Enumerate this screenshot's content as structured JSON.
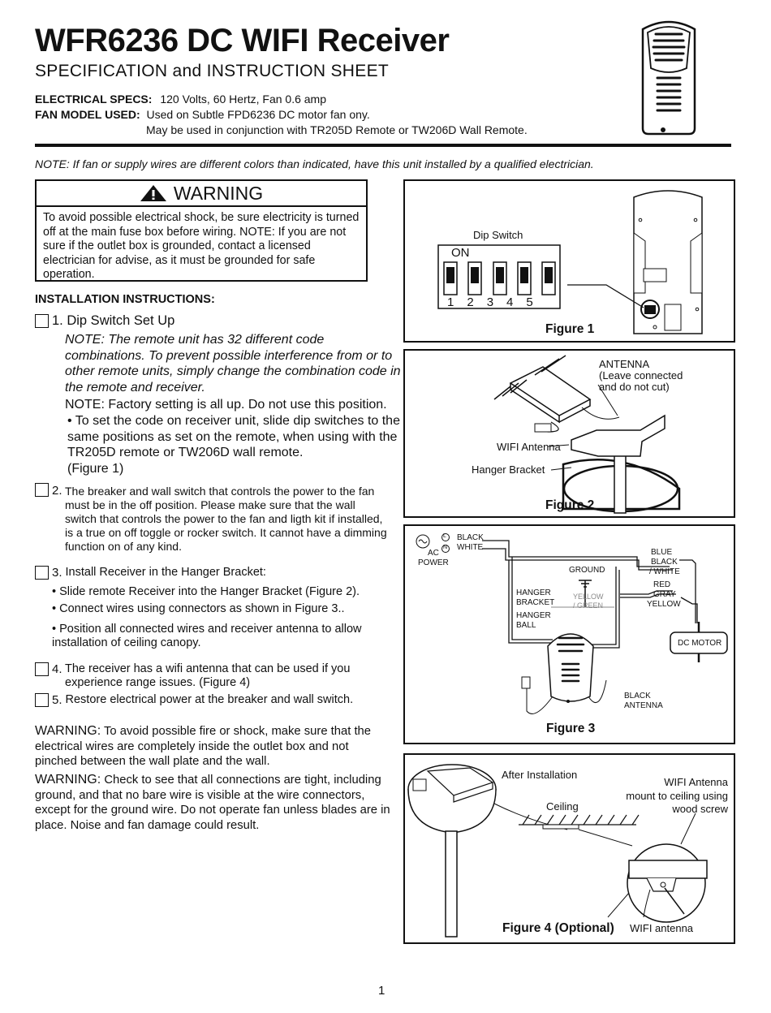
{
  "header": {
    "title": "WFR6236 DC WIFI Receiver",
    "subtitle": "SPECIFICATION and INSTRUCTION SHEET",
    "elec_label": "ELECTRICAL SPECS:",
    "elec_value": "120 Volts, 60 Hertz, Fan 0.6 amp",
    "fan_label": "FAN MODEL USED:",
    "fan_value": "Used on Subtle FPD6236 DC motor fan ony.",
    "fan_value2": "May be used in conjunction with TR205D Remote or TW206D Wall Remote."
  },
  "note_top": "NOTE:  If fan or supply wires are different colors than indicated, have this unit installed by a qualified electrician.",
  "warning_box": {
    "heading": "WARNING",
    "text": "To avoid possible electrical shock, be sure electricity is turned off at the main fuse box before wiring.  NOTE: If you are not sure if the outlet box is grounded, contact a licensed electrician for advise, as it must be grounded for safe operation."
  },
  "install": {
    "heading": "INSTALLATION INSTRUCTIONS:",
    "step1_title": "1. Dip Switch Set Up",
    "step1_note_label": "NOTE:",
    "step1_note": "The remote unit has 32 different code combinations. To prevent possible interference from or to other remote units, simply change the combination code in the remote and receiver.",
    "step1_factory": "NOTE: Factory setting is all up. Do not use this position.",
    "step1_bullet": "• To set the code on receiver unit, slide dip switches to the same positions as set on the remote, when using with the TR205D remote or TW206D wall remote.",
    "step1_fig": "(Figure 1)",
    "step2_num": "2.",
    "step2": "The breaker and wall switch that controls the power to the fan must be in the off position. Please make sure that the wall switch that controls the power to the fan and ligth kit if installed, is a true on off toggle or rocker switch. It cannot have a dimming function on of any kind.",
    "step3_num": "3.",
    "step3": "Install Receiver in the Hanger Bracket:",
    "step3_b1": "• Slide remote Receiver into the Hanger Bracket (Figure 2).",
    "step3_b2": "• Connect wires using connectors as shown in Figure 3..",
    "step3_b3": "• Position all connected wires and receiver antenna to allow installation of ceiling canopy.",
    "step4_num": "4.",
    "step4": "The receiver has a wifi antenna that can be used if you experience range issues. (Figure 4)",
    "step5_num": "5.",
    "step5": "Restore electrical power at the breaker and wall switch."
  },
  "warnings": {
    "w1_label": "WARNING:",
    "w1": "To avoid possible fire or shock, make sure that the electrical wires are completely inside the outlet box and not pinched between the wall plate and the wall.",
    "w2_label": "WARNING:",
    "w2": "Check to see that all connections are tight, including ground, and that no bare wire is visible at the wire connectors, except for the ground wire. Do not operate fan unless blades are in place. Noise and fan damage could result."
  },
  "figure1": {
    "dip_label": "Dip Switch",
    "on": "ON",
    "nums": [
      "1",
      "2",
      "3",
      "4",
      "5"
    ],
    "caption": "Figure 1"
  },
  "figure2": {
    "antenna": "ANTENNA",
    "antenna_note1": "(Leave connected",
    "antenna_note2": "and do not cut)",
    "wifi": "WIFI Antenna",
    "hanger": "Hanger Bracket",
    "caption": "Figure 2"
  },
  "figure3": {
    "ac": "AC",
    "power": "POWER",
    "l": "L",
    "n": "N",
    "black": "BLACK",
    "white": "WHITE",
    "ground": "GROUND",
    "hanger_bracket1": "HANGER",
    "hanger_bracket2": "BRACKET",
    "hanger_ball1": "HANGER",
    "hanger_ball2": "BALL",
    "yellow_green1": "YELLOW",
    "yellow_green2": "/ GREEN",
    "blue": "BLUE",
    "black2": "BLACK",
    "white2": "/ WHITE",
    "red": "RED",
    "gray": "GRAY",
    "yellow": "YELLOW",
    "dc_motor": "DC MOTOR",
    "black_ant1": "BLACK",
    "black_ant2": "ANTENNA",
    "caption": "Figure 3"
  },
  "figure4": {
    "after": "After Installation",
    "ceiling": "Ceiling",
    "wifi_note1": "WIFI Antenna",
    "wifi_note2": "mount to ceiling using",
    "wifi_note3": "wood screw",
    "wifi_ant": "WIFI antenna",
    "caption": "Figure 4 (Optional)"
  },
  "page_number": "1"
}
